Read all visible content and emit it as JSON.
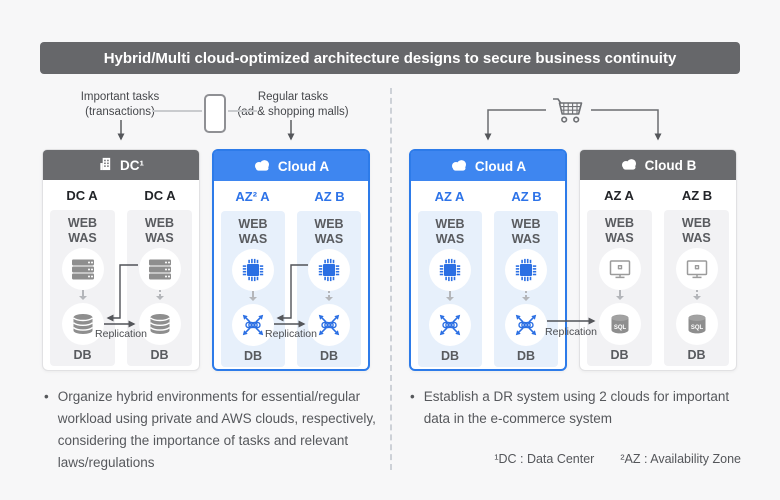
{
  "title": "Hybrid/Multi cloud-optimized architecture designs to secure business continuity",
  "flows": {
    "important_title": "Important tasks",
    "important_sub": "(transactions)",
    "regular_title": "Regular tasks",
    "regular_sub": "(ad & shopping malls)"
  },
  "tier": {
    "web": "WEB",
    "was": "WAS",
    "db": "DB"
  },
  "replication_label": "Replication",
  "boxes": {
    "dc": {
      "header": "DC¹",
      "col_a": "DC A",
      "col_b": "DC A"
    },
    "cloud_a_left": {
      "header": "Cloud A",
      "col_a": "AZ² A",
      "col_b": "AZ B"
    },
    "cloud_a_right": {
      "header": "Cloud A",
      "col_a": "AZ A",
      "col_b": "AZ B"
    },
    "cloud_b": {
      "header": "Cloud B",
      "col_a": "AZ A",
      "col_b": "AZ B"
    }
  },
  "notes": {
    "left": "Organize hybrid environments for essential/regular workload using private and AWS clouds, respectively, considering the importance of tasks and relevant laws/regulations",
    "right": "Establish a DR system using 2 clouds for important data in the e-commerce system"
  },
  "footnotes": {
    "dc": "¹DC : Data Center",
    "az": "²AZ : Availability Zone"
  },
  "colors": {
    "title_bar": "#66676a",
    "gray_header": "#6a6b6e",
    "blue_header": "#3e86f0",
    "blue_accent": "#2d7be9",
    "gray_icon": "#8e8e8e"
  }
}
